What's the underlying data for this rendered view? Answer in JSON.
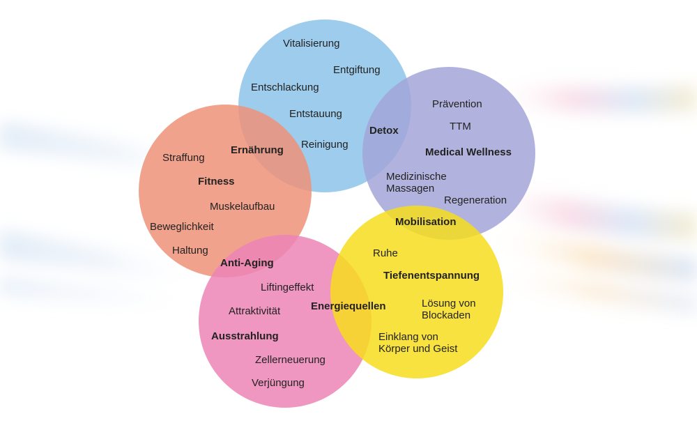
{
  "circles": {
    "detox": {
      "color": "#8cc3ea",
      "items": [
        "Vitalisierung",
        "Entgiftung",
        "Entschlackung",
        "Entstauung",
        "Reinigung"
      ]
    },
    "medical": {
      "color": "#a3a6d8",
      "items": [
        "Prävention",
        "TTM",
        "Medical Wellness",
        "Medizinische\nMassagen",
        "Regeneration"
      ]
    },
    "ernaehrung": {
      "color": "#ee9278",
      "items": [
        "Straffung",
        "Fitness",
        "Muskelaufbau",
        "Beweglichkeit",
        "Haltung"
      ]
    },
    "ausstrahlung": {
      "color": "#ec84b6",
      "items": [
        "Liftingeffekt",
        "Attraktivität",
        "Ausstrahlung",
        "Zellerneuerung",
        "Verjüngung"
      ]
    },
    "entspannung": {
      "color": "#f7dd1e",
      "items": [
        "Ruhe",
        "Tiefenentspannung",
        "Lösung von\nBlockaden",
        "Einklang von\nKörper und Geist"
      ]
    }
  },
  "overlaps": {
    "detox": "Detox",
    "ernaehrung": "Ernährung",
    "mobilisation": "Mobilisation",
    "anti_aging": "Anti-Aging",
    "energiequellen": "Energiequellen"
  }
}
